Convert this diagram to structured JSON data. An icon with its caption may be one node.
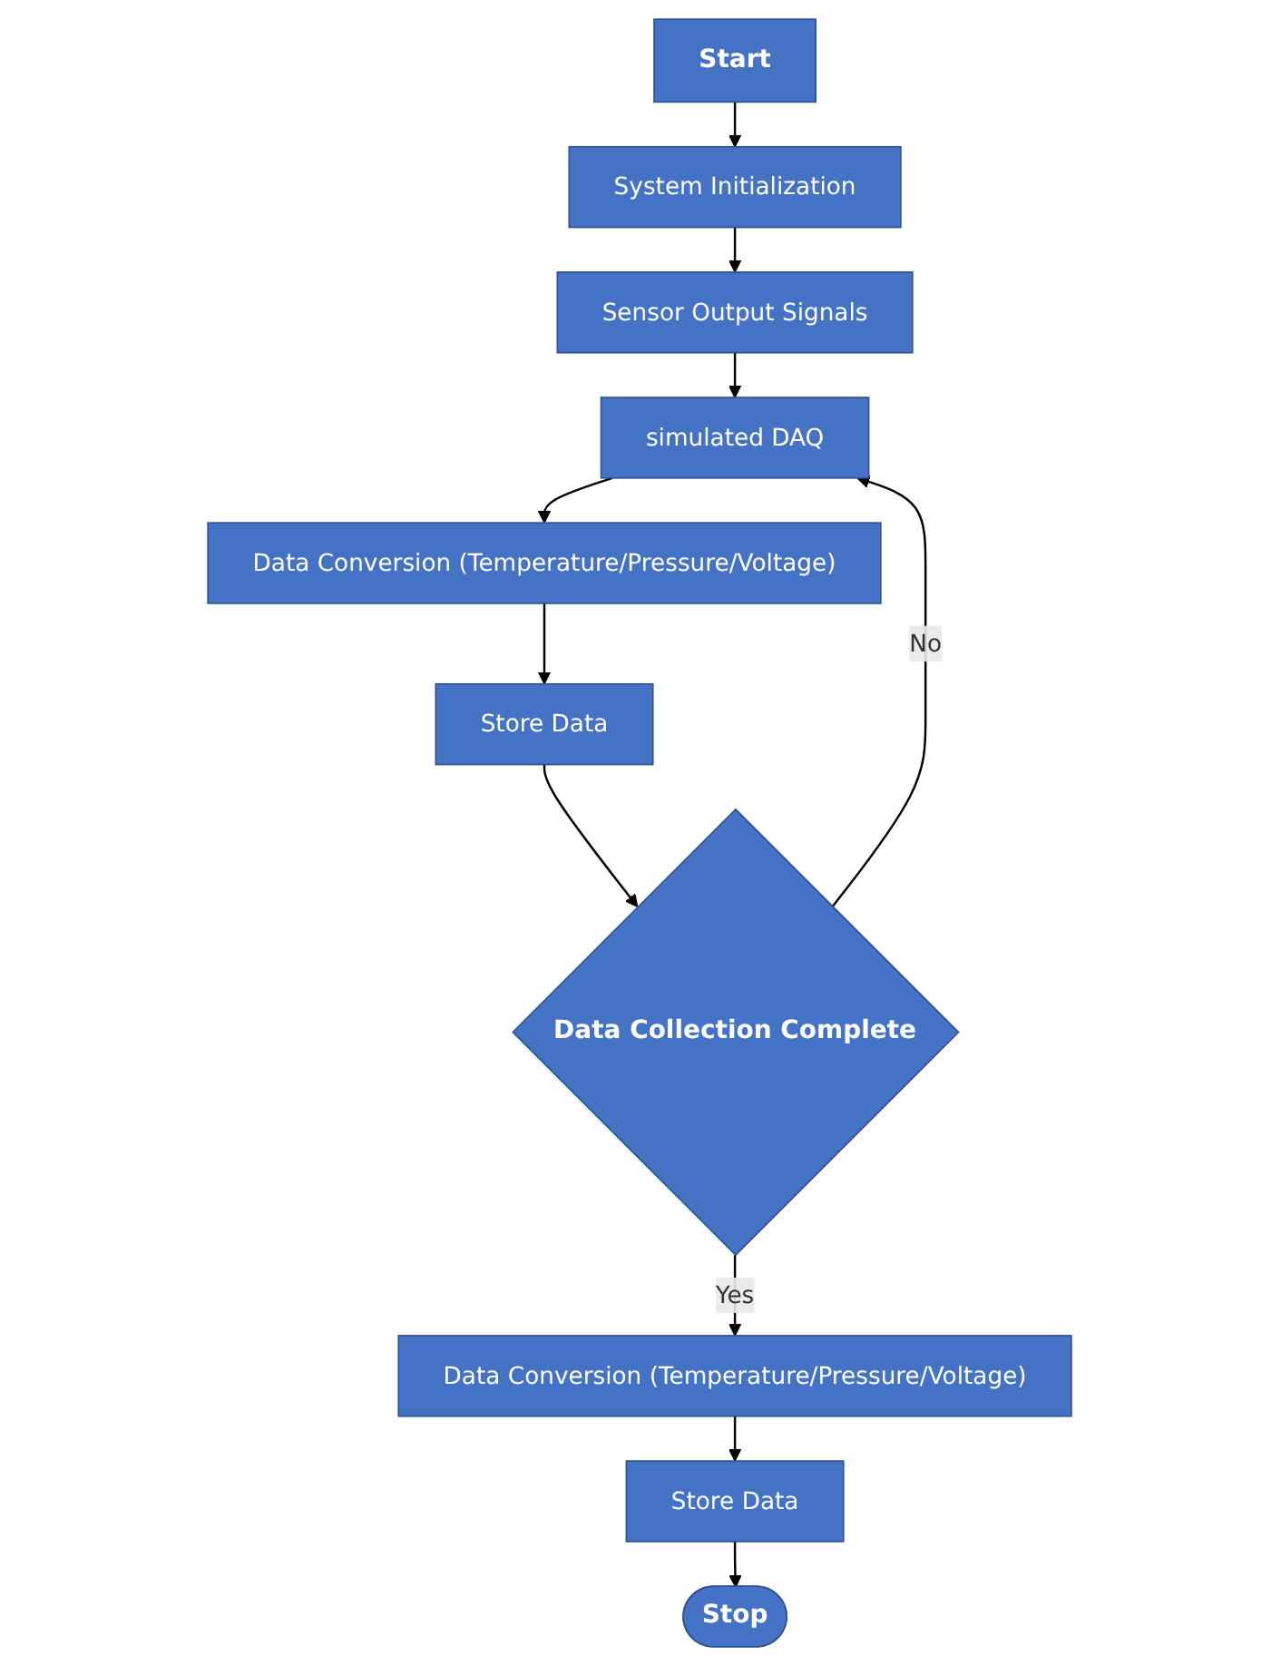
{
  "diagram": {
    "nodes": [
      {
        "text": [
          "Start"
        ]
      },
      {
        "text": [
          "System Initialization"
        ]
      },
      {
        "text": [
          "Sensor Output Signals"
        ]
      },
      {
        "text": [
          "simulated DAQ"
        ]
      },
      {
        "text": [
          "Data Conversion (Temperature/Pressure/Voltage)"
        ]
      },
      {
        "text": [
          "Store Data"
        ]
      },
      {
        "text": [
          "Data Collection Complete"
        ]
      },
      {
        "text": [
          "Data Conversion (Temperature/Pressure/Voltage)"
        ]
      },
      {
        "text": [
          "Store Data"
        ]
      },
      {
        "text": [
          "Stop"
        ]
      }
    ],
    "edges": [
      {
        "from": 0,
        "to": 1,
        "arrow": "to"
      },
      {
        "from": 1,
        "to": 2,
        "arrow": "to"
      },
      {
        "from": 2,
        "to": 3,
        "arrow": "to"
      },
      {
        "from": 3,
        "to": 4,
        "arrow": "to"
      },
      {
        "from": 4,
        "to": 5,
        "arrow": "to"
      },
      {
        "from": 5,
        "to": 6,
        "arrow": "to"
      },
      {
        "from": 6,
        "to": 3,
        "arrow": "to",
        "label": "No"
      },
      {
        "from": 6,
        "to": 7,
        "arrow": "to",
        "label": "Yes"
      },
      {
        "from": 7,
        "to": 8,
        "arrow": "to"
      },
      {
        "from": 8,
        "to": 9,
        "arrow": "to"
      }
    ]
  }
}
